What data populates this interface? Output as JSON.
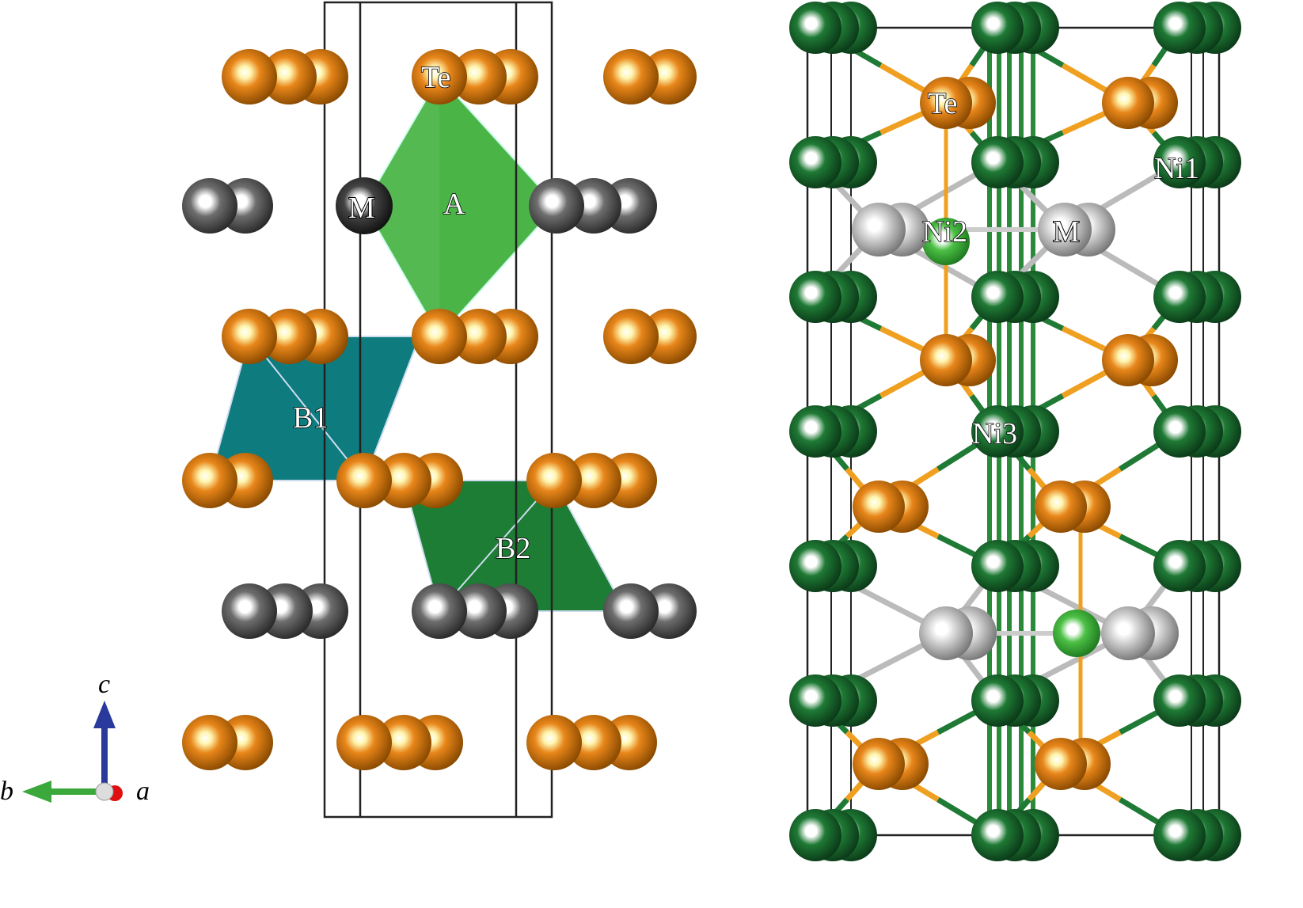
{
  "left_panel": {
    "labels": {
      "te": "Te",
      "m": "M",
      "a": "A",
      "b1": "B1",
      "b2": "B2"
    },
    "axes": {
      "c": "c",
      "b": "b",
      "a": "a"
    }
  },
  "right_panel": {
    "labels": {
      "te": "Te",
      "ni1": "Ni1",
      "ni2": "Ni2",
      "ni3": "Ni3",
      "m": "M"
    }
  },
  "colors": {
    "te": "#e8861a",
    "m": "#6e6e6e",
    "ni": "#1f7a35",
    "ni2": "#4cc045",
    "m_right": "#d0d0d0",
    "poly_a": "#4cb648",
    "poly_b1": "#0e7b7e",
    "poly_b2": "#1d7d35"
  }
}
